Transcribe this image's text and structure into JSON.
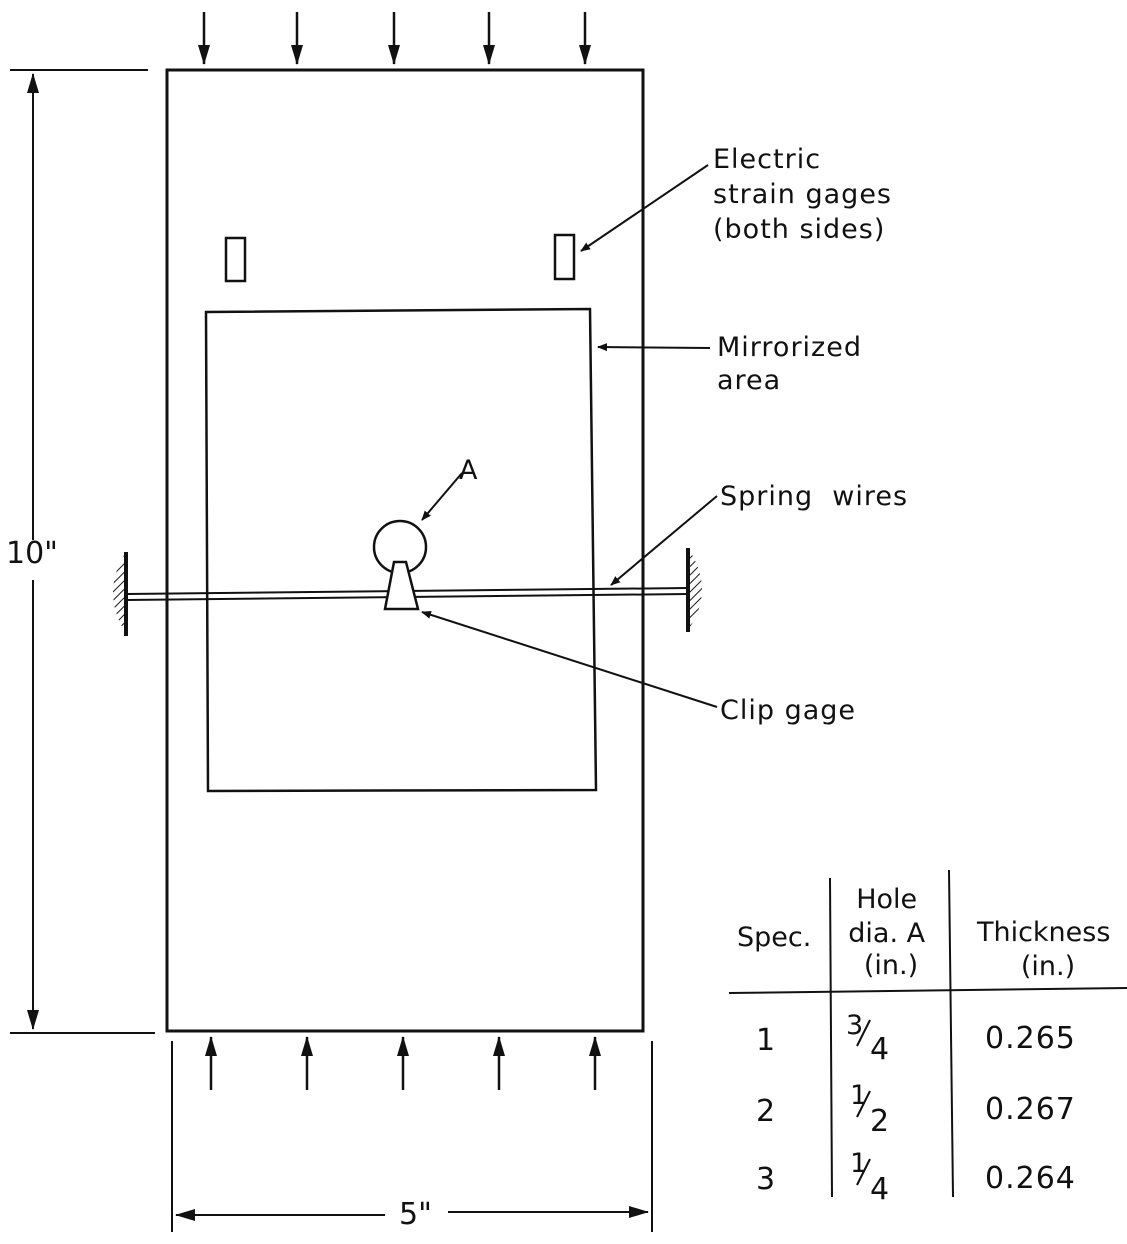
{
  "labels": {
    "strain_gages": [
      "Electric",
      "strain gages",
      "(both sides)"
    ],
    "mirrorized": [
      "Mirrorized",
      "area"
    ],
    "hole": "A",
    "spring_wires": "Spring  wires",
    "clip_gage": "Clip gage"
  },
  "dimensions": {
    "height": "10\"",
    "width": "5\""
  },
  "table": {
    "headers": {
      "spec": "Spec.",
      "hole": [
        "Hole",
        "dia. A",
        "(in.)"
      ],
      "thickness": [
        "Thickness",
        "(in.)"
      ]
    },
    "rows": [
      {
        "spec": "1",
        "num": "3",
        "den": "4",
        "thickness": "0.265"
      },
      {
        "spec": "2",
        "num": "1",
        "den": "2",
        "thickness": "0.267"
      },
      {
        "spec": "3",
        "num": "1",
        "den": "4",
        "thickness": "0.264"
      }
    ]
  }
}
